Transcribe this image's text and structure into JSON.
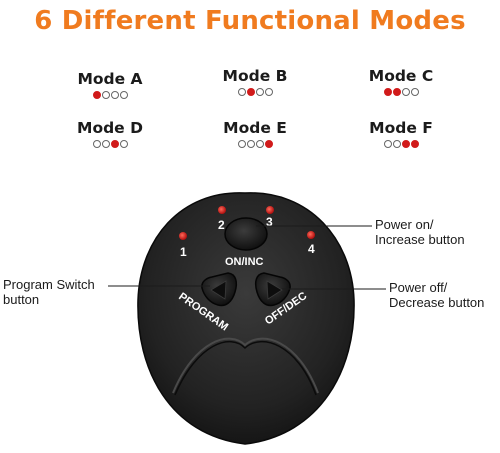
{
  "title": "6 Different  Functional  Modes",
  "modes": [
    {
      "name": "Mode A",
      "leds": [
        1,
        0,
        0,
        0
      ]
    },
    {
      "name": "Mode B",
      "leds": [
        0,
        1,
        0,
        0
      ]
    },
    {
      "name": "Mode C",
      "leds": [
        1,
        1,
        0,
        0
      ]
    },
    {
      "name": "Mode D",
      "leds": [
        0,
        0,
        1,
        0
      ]
    },
    {
      "name": "Mode E",
      "leds": [
        0,
        0,
        0,
        1
      ]
    },
    {
      "name": "Mode F",
      "leds": [
        0,
        0,
        1,
        1
      ]
    }
  ],
  "device": {
    "led_labels": [
      "1",
      "2",
      "3",
      "4"
    ],
    "on_inc_label": "ON/INC",
    "program_label": "PROGRAM",
    "off_dec_label": "OFF/DEC"
  },
  "callouts": {
    "power_on": [
      "Power on/",
      "Increase button"
    ],
    "program": [
      "Program Switch",
      "button"
    ],
    "power_off": [
      "Power off/",
      "Decrease button"
    ]
  },
  "colors": {
    "title": "#f07b1f",
    "led_on": "#d11a1a",
    "device_body": "#1d1d1d"
  }
}
